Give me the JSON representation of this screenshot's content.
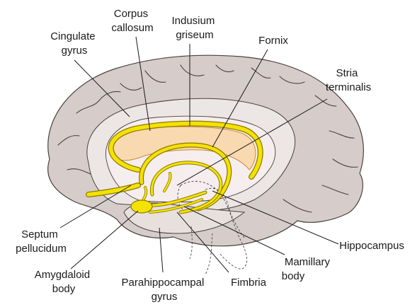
{
  "colors": {
    "cortex": "#d6ccc9",
    "cortex_stroke": "#4a4240",
    "inner_band": "#ece6e4",
    "inner_core": "#f6eeee",
    "corpus_callosum": "#f9d9b0",
    "limbic_tract": "#f6e200",
    "limbic_tract_stroke": "#8a7a00",
    "label_text": "#1a1a1a"
  },
  "labels": {
    "corpus_callosum": [
      "Corpus",
      "callosum"
    ],
    "indusium_griseum": [
      "Indusium",
      "griseum"
    ],
    "cingulate_gyrus": [
      "Cingulate",
      "gyrus"
    ],
    "fornix": [
      "Fornix"
    ],
    "stria_terminalis": [
      "Stria",
      "terminalis"
    ],
    "septum_pellucidum": [
      "Septum",
      "pellucidum"
    ],
    "amygdaloid_body": [
      "Amygdaloid",
      "body"
    ],
    "parahippocampal_gyrus": [
      "Parahippocampal",
      "gyrus"
    ],
    "fimbria": [
      "Fimbria"
    ],
    "mamillary_body": [
      "Mamillary",
      "body"
    ],
    "hippocampus": [
      "Hippocampus"
    ]
  }
}
